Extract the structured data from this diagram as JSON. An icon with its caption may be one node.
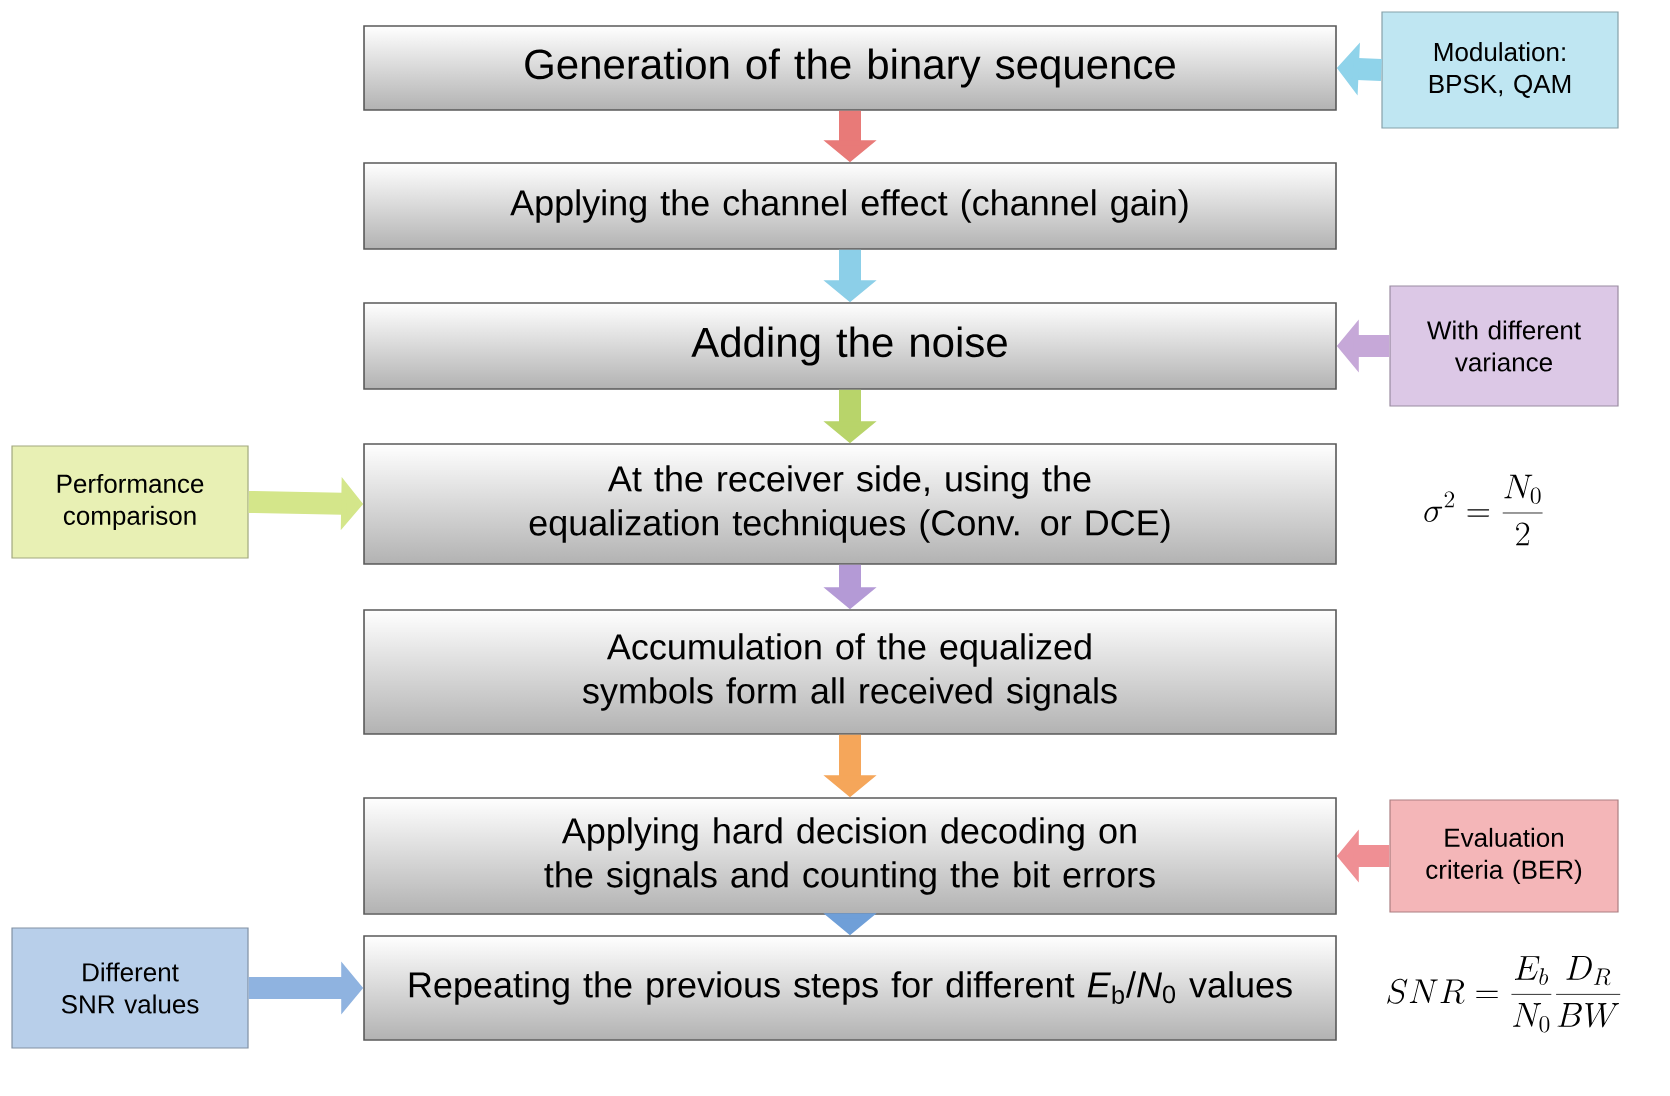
{
  "diagram": {
    "nodes": [
      {
        "text": [
          "Generation of the binary sequence"
        ]
      },
      {
        "text": [
          "Applying the channel effect (channel gain)"
        ]
      },
      {
        "text": [
          "Adding the noise"
        ]
      },
      {
        "text": [
          "At the receiver side, using the equalization techniques (Conv. or DCE)"
        ]
      },
      {
        "text": [
          "Accumulation of the equalized symbols form all received signals"
        ]
      },
      {
        "text": [
          "Applying hard decision decoding on the signals and counting the bit errors"
        ]
      },
      {
        "text": [
          "Repeating the previous steps for different *E*$_{b}$/*N*$_{0}$ values"
        ]
      },
      {
        "text": [
          "Modulation: BPSK, QAM"
        ]
      },
      {
        "text": [
          "With different variance"
        ]
      },
      {
        "text": [
          "Performance comparison"
        ]
      },
      {
        "text": [
          "Evaluation criteria (BER)"
        ]
      },
      {
        "text": [
          "Different SNR values"
        ]
      }
    ],
    "edges": [
      {
        "from": 0,
        "to": 1,
        "arrow": "to",
        "color": "#e87a78"
      },
      {
        "from": 1,
        "to": 2,
        "arrow": "to",
        "color": "#8ccfe8"
      },
      {
        "from": 2,
        "to": 3,
        "arrow": "to",
        "color": "#b8d46a"
      },
      {
        "from": 3,
        "to": 4,
        "arrow": "to",
        "color": "#b49ad6"
      },
      {
        "from": 4,
        "to": 5,
        "arrow": "to",
        "color": "#f5a65a"
      },
      {
        "from": 5,
        "to": 6,
        "arrow": "to",
        "color": "#6f9fd8"
      },
      {
        "from": 7,
        "to": 0,
        "arrow": "to",
        "color": "#8fd3ea"
      },
      {
        "from": 8,
        "to": 2,
        "arrow": "to",
        "color": "#c6a8d8"
      },
      {
        "from": 9,
        "to": 3,
        "arrow": "to",
        "color": "#d4e68a"
      },
      {
        "from": 10,
        "to": 5,
        "arrow": "to",
        "color": "#ef8f94"
      },
      {
        "from": 11,
        "to": 6,
        "arrow": "to",
        "color": "#8fb3e0"
      }
    ],
    "labels": [
      "\\sigma^{2} = \\frac{N_{0}}{2}",
      "SNR = \\frac{E_{b}}{N_{0}} \\frac{D_{R}}{BW}"
    ]
  }
}
